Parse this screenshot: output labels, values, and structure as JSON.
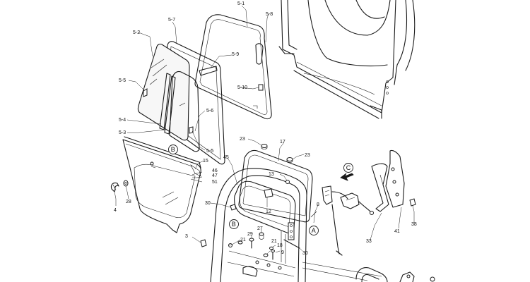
{
  "labels": {
    "p5_1": "5-1",
    "p5_8": "5-8",
    "p5_7": "5-7",
    "p5_2": "5-2",
    "p5_9": "5-9",
    "p5_5a": "5-5",
    "p5_10": "5-10",
    "p5_6": "5-6",
    "p5_4": "5-4",
    "p5_3": "5-3",
    "p5_5b": "5-5",
    "p23a": "23",
    "p17": "17",
    "p23b": "23",
    "p45": "45",
    "p15": "15",
    "p46": "46",
    "p47": "47",
    "p51": "51",
    "p13": "13",
    "p4": "4",
    "p28": "28",
    "p30a": "30",
    "p12": "12",
    "p8": "8",
    "p3": "3",
    "p21a": "21",
    "p29": "29",
    "p27": "27",
    "p21b": "21",
    "p18": "18",
    "p9": "9",
    "p30b": "30",
    "p33": "33",
    "p41": "41",
    "p38": "38"
  },
  "callouts": {
    "b1": "B",
    "b2": "B",
    "a": "A",
    "c": "C"
  }
}
